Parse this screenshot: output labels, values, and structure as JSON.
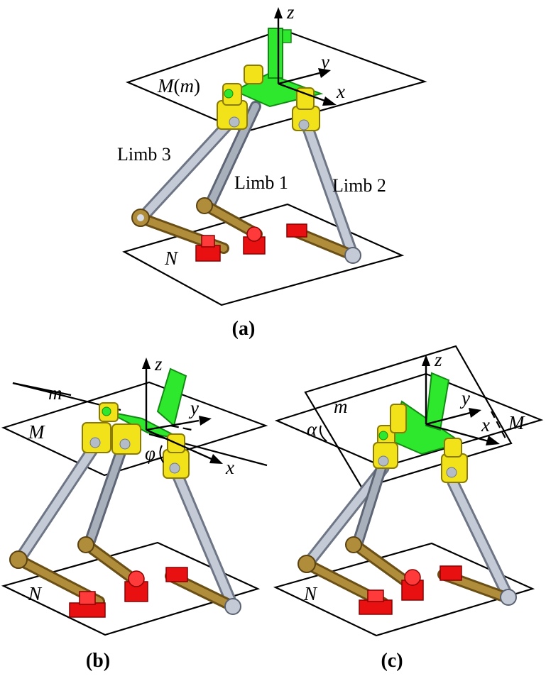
{
  "panels": {
    "a": {
      "caption": "(a)",
      "top_plane_label": "M",
      "top_plane_label_paren": "(m)",
      "base_plane_label": "N",
      "axis_x": "x",
      "axis_y": "y",
      "axis_z": "z",
      "limb1": "Limb 1",
      "limb2": "Limb 2",
      "limb3": "Limb 3"
    },
    "b": {
      "caption": "(b)",
      "fixed_plane_label": "M",
      "moving_plane_label": "m",
      "base_plane_label": "N",
      "angle_label": "φ",
      "axis_x": "x",
      "axis_y": "y",
      "axis_z": "z"
    },
    "c": {
      "caption": "(c)",
      "fixed_plane_label": "M",
      "moving_plane_label": "m",
      "base_plane_label": "N",
      "angle_label": "α",
      "axis_x": "x",
      "axis_y": "y",
      "axis_z": "z"
    }
  },
  "colors": {
    "platform": "#2ee82e",
    "joint": "#f2e21a",
    "link_bronze": "#9a7a2c",
    "rod_grey": "#b4bcc8",
    "base_block": "#e81010"
  }
}
